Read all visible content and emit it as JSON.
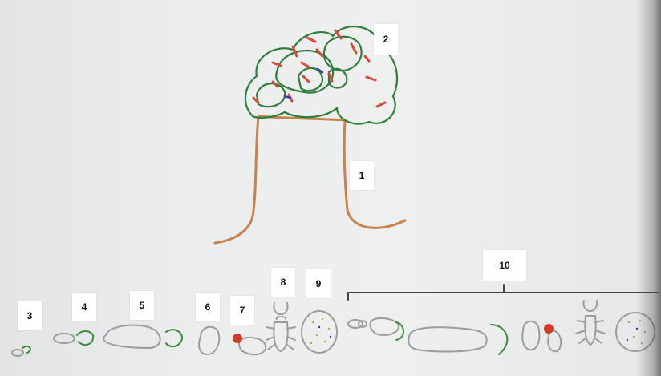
{
  "labels": {
    "l1": "1",
    "l2": "2",
    "l3": "3",
    "l4": "4",
    "l5": "5",
    "l6": "6",
    "l7": "7",
    "l8": "8",
    "l9": "9",
    "l10": "10"
  },
  "colors": {
    "tree_trunk": "#c8824a",
    "crown_outline": "#2e7d3a",
    "red_dashes": "#d64a3a",
    "blue_dashes": "#3a3ab0",
    "grey_outline": "#9a9e9a",
    "green_outline": "#3d8a3a",
    "red_dot": "#d43a2a",
    "bracket": "#444444"
  }
}
